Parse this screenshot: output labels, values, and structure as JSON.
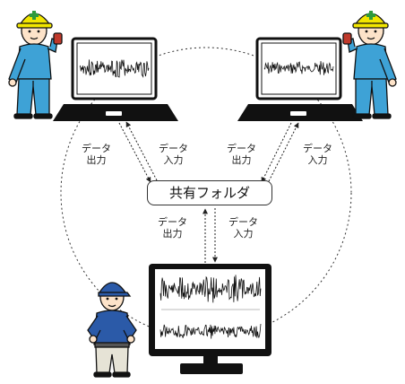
{
  "folder": {
    "label": "共有フォルダ"
  },
  "arrows": {
    "left_laptop": {
      "output": [
        "データ",
        "出力"
      ],
      "input": [
        "データ",
        "入力"
      ]
    },
    "right_laptop": {
      "output": [
        "データ",
        "出力"
      ],
      "input": [
        "データ",
        "入力"
      ]
    },
    "monitor": {
      "output": [
        "データ",
        "出力"
      ],
      "input": [
        "データ",
        "入力"
      ]
    }
  },
  "colors": {
    "helmet": "#f2e600",
    "helmet_cross": "#2e9a3c",
    "uniform": "#3ea2d6",
    "cap_shirt": "#2b5aa8",
    "pants": "#e6e3d6",
    "skin": "#fde3c9",
    "ink": "#111111"
  }
}
